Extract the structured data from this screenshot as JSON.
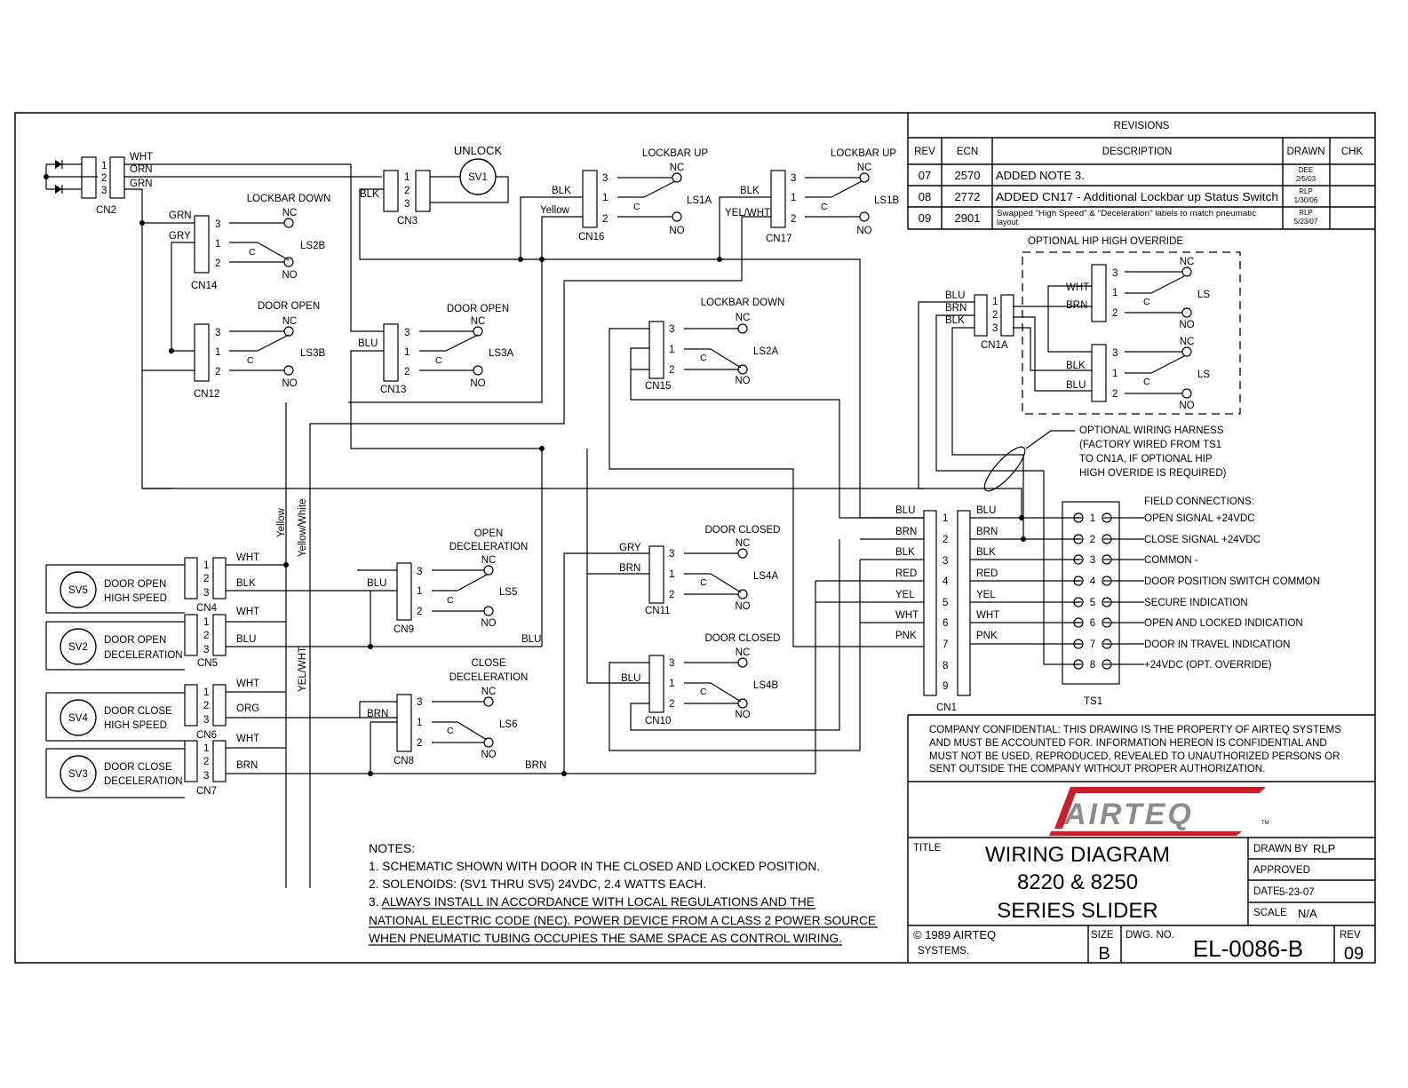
{
  "connectors": {
    "CN2": {
      "name": "CN2",
      "wires": [
        "WHT",
        "ORN",
        "GRN"
      ]
    },
    "CN3": {
      "name": "CN3",
      "wire": "BLK"
    },
    "CN14": {
      "name": "CN14",
      "wires": [
        "GRN",
        "GRY"
      ]
    },
    "CN12": {
      "name": "CN12"
    },
    "CN13": {
      "name": "CN13",
      "wire": "BLU"
    },
    "CN16": {
      "name": "CN16",
      "wires": [
        "BLK",
        "Yellow"
      ]
    },
    "CN17": {
      "name": "CN17",
      "wires": [
        "BLK",
        "YEL/WHT"
      ]
    },
    "CN15": {
      "name": "CN15"
    },
    "CN1A": {
      "name": "CN1A",
      "wires": [
        "BLU",
        "BRN",
        "BLK"
      ]
    },
    "CN4": {
      "name": "CN4",
      "wires": [
        "WHT",
        "BLK"
      ]
    },
    "CN5": {
      "name": "CN5",
      "wires": [
        "WHT",
        "BLU"
      ]
    },
    "CN6": {
      "name": "CN6",
      "wires": [
        "WHT",
        "ORG"
      ]
    },
    "CN7": {
      "name": "CN7",
      "wires": [
        "WHT",
        "BRN"
      ]
    },
    "CN9": {
      "name": "CN9",
      "wire": "BLU"
    },
    "CN8": {
      "name": "CN8",
      "wire": "BRN"
    },
    "CN11": {
      "name": "CN11",
      "wires": [
        "GRY",
        "BRN"
      ]
    },
    "CN10": {
      "name": "CN10",
      "wire": "BLU"
    },
    "CN1": {
      "name": "CN1",
      "left_wires": [
        "BLU",
        "BRN",
        "BLK",
        "RED",
        "YEL",
        "WHT",
        "PNK"
      ],
      "right_wires": [
        "BLU",
        "BRN",
        "BLK",
        "RED",
        "YEL",
        "WHT",
        "PNK"
      ]
    }
  },
  "pins3": [
    "3",
    "1",
    "2"
  ],
  "pins123": [
    "1",
    "2",
    "3"
  ],
  "pins_cn1": [
    "1",
    "2",
    "3",
    "4",
    "5",
    "6",
    "7",
    "8",
    "9"
  ],
  "contact": {
    "nc": "NC",
    "no": "NO",
    "c": "C"
  },
  "switches": {
    "LS2B": {
      "name": "LS2B",
      "label": "LOCKBAR DOWN"
    },
    "LS3B": {
      "name": "LS3B",
      "label": "DOOR OPEN"
    },
    "LS3A": {
      "name": "LS3A",
      "label": "DOOR OPEN"
    },
    "LS1A": {
      "name": "LS1A",
      "label": "LOCKBAR UP"
    },
    "LS1B": {
      "name": "LS1B",
      "label": "LOCKBAR UP"
    },
    "LS2A": {
      "name": "LS2A",
      "label": "LOCKBAR DOWN"
    },
    "LS5": {
      "name": "LS5",
      "label1": "OPEN",
      "label2": "DECELERATION"
    },
    "LS6": {
      "name": "LS6",
      "label1": "CLOSE",
      "label2": "DECELERATION"
    },
    "LS4A": {
      "name": "LS4A",
      "label": "DOOR CLOSED"
    },
    "LS4B": {
      "name": "LS4B",
      "label": "DOOR CLOSED"
    },
    "LS_upper": {
      "name": "LS"
    },
    "LS_lower": {
      "name": "LS"
    }
  },
  "solenoids": {
    "SV1": {
      "name": "SV1",
      "label": "UNLOCK"
    },
    "SV5": {
      "name": "SV5",
      "line1": "DOOR OPEN",
      "line2": "HIGH SPEED"
    },
    "SV2": {
      "name": "SV2",
      "line1": "DOOR OPEN",
      "line2": "DECELERATION"
    },
    "SV4": {
      "name": "SV4",
      "line1": "DOOR CLOSE",
      "line2": "HIGH SPEED"
    },
    "SV3": {
      "name": "SV3",
      "line1": "DOOR CLOSE",
      "line2": "DECELERATION"
    }
  },
  "wire_labels": {
    "yellow_vertical": "Yellow",
    "yellow_white_vertical": "Yellow/White",
    "yel_wht_vertical": "YEL/WHT",
    "blu_bus": "BLU",
    "brn_bus": "BRN",
    "hip_wht": "WHT",
    "hip_brn": "BRN",
    "hip_blk": "BLK",
    "hip_blu": "BLU"
  },
  "hip_override": {
    "title": "OPTIONAL HIP HIGH OVERRIDE"
  },
  "harness_note": [
    "OPTIONAL WIRING HARNESS",
    "(FACTORY WIRED FROM TS1",
    "TO CN1A, IF OPTIONAL HIP",
    "HIGH OVERIDE IS REQUIRED)"
  ],
  "field": {
    "title": "FIELD CONNECTIONS:",
    "terminal_block": "TS1",
    "terminals": [
      {
        "num": "1",
        "label": "OPEN SIGNAL +24VDC"
      },
      {
        "num": "2",
        "label": "CLOSE SIGNAL +24VDC"
      },
      {
        "num": "3",
        "label": "COMMON -"
      },
      {
        "num": "4",
        "label": "DOOR POSITION SWITCH COMMON"
      },
      {
        "num": "5",
        "label": "SECURE INDICATION"
      },
      {
        "num": "6",
        "label": "OPEN AND LOCKED INDICATION"
      },
      {
        "num": "7",
        "label": "DOOR IN TRAVEL INDICATION"
      },
      {
        "num": "8",
        "label": "+24VDC (OPT. OVERRIDE)"
      }
    ]
  },
  "revisions": {
    "title": "REVISIONS",
    "headers": [
      "REV",
      "ECN",
      "DESCRIPTION",
      "DRAWN",
      "CHK"
    ],
    "rows": [
      {
        "rev": "07",
        "ecn": "2570",
        "desc": "ADDED NOTE 3.",
        "drawn1": "DEE",
        "drawn2": "2/5/03"
      },
      {
        "rev": "08",
        "ecn": "2772",
        "desc": "ADDED CN17 - Additional Lockbar up Status Switch",
        "drawn1": "RLP",
        "drawn2": "1/30/06"
      },
      {
        "rev": "09",
        "ecn": "2901",
        "desc": "Swapped \"High Speed\" & \"Deceleration\" labels to match pneumatic",
        "desc2": "layout",
        "drawn1": "RLP",
        "drawn2": "5/23/07"
      }
    ]
  },
  "notes": {
    "heading": "NOTES:",
    "lines": [
      "1. SCHEMATIC SHOWN WITH DOOR IN THE CLOSED AND LOCKED POSITION.",
      "2. SOLENOIDS: (SV1 THRU SV5) 24VDC, 2.4 WATTS EACH.",
      "3. ALWAYS INSTALL IN ACCORDANCE WITH LOCAL REGULATIONS AND THE",
      "NATIONAL ELECTRIC CODE (NEC). POWER DEVICE FROM A CLASS 2 POWER SOURCE",
      "WHEN PNEUMATIC TUBING OCCUPIES THE SAME SPACE AS CONTROL WIRING."
    ]
  },
  "confidential": [
    "COMPANY CONFIDENTIAL: THIS DRAWING IS THE PROPERTY OF AIRTEQ SYSTEMS",
    "AND MUST BE ACCOUNTED FOR. INFORMATION HEREON IS CONFIDENTIAL AND",
    "MUST NOT BE USED, REPRODUCED, REVEALED TO UNAUTHORIZED PERSONS OR",
    "SENT OUTSIDE THE COMPANY WITHOUT PROPER AUTHORIZATION."
  ],
  "title_block": {
    "logo": "AIRTEQ",
    "tm": "TM",
    "title_label": "TITLE",
    "title_lines": [
      "WIRING DIAGRAM",
      "8220 & 8250",
      "SERIES SLIDER"
    ],
    "drawn_by_label": "DRAWN BY",
    "drawn_by": "RLP",
    "approved_label": "APPROVED",
    "date_label": "DATE",
    "date": "5-23-07",
    "scale_label": "SCALE",
    "scale": "N/A",
    "copyright1": "© 1989 AIRTEQ",
    "copyright2": "SYSTEMS.",
    "size_label": "SIZE",
    "size": "B",
    "dwg_label": "DWG. NO.",
    "dwg": "EL-0086-B",
    "rev_label": "REV",
    "rev": "09"
  },
  "colors": {
    "ink": "#000000",
    "logo_red": "#c8202a",
    "logo_grey": "#8c8c8c"
  }
}
